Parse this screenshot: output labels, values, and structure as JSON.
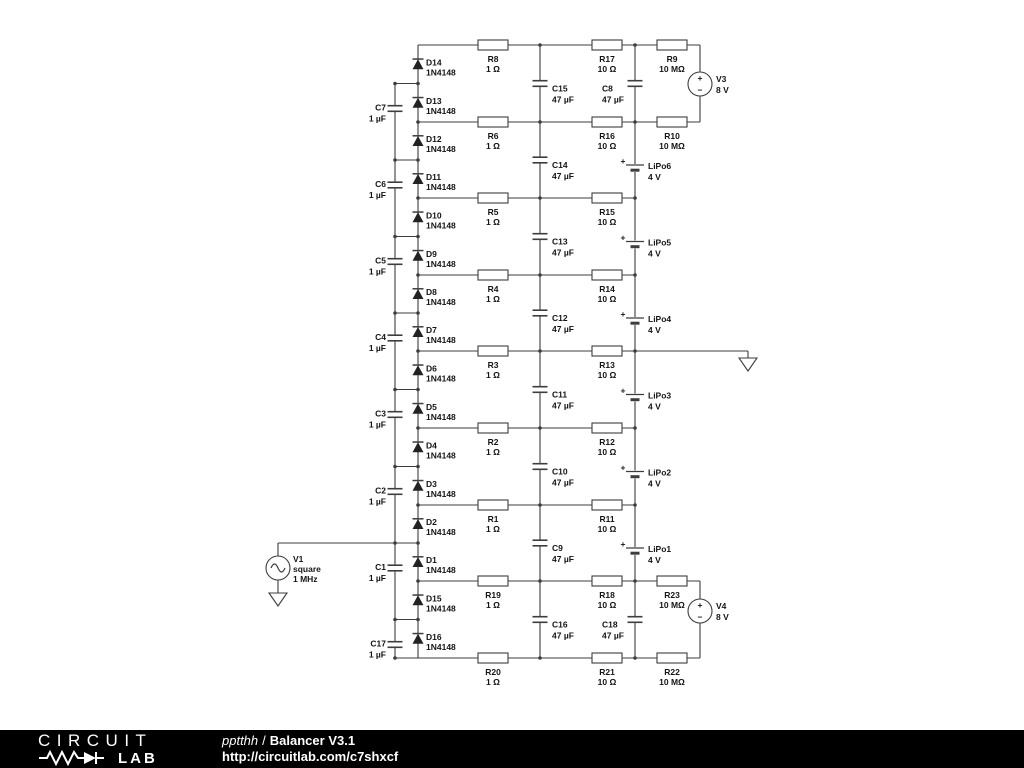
{
  "footer": {
    "logo": {
      "top": "CIRCUIT",
      "bottom": "LAB"
    },
    "author": "pptthh",
    "separator": "/",
    "title": "Balancer V3.1",
    "url": "http://circuitlab.com/c7shxcf"
  },
  "schematic": {
    "diode_column": [
      {
        "name": "D14",
        "value": "1N4148"
      },
      {
        "name": "D13",
        "value": "1N4148"
      },
      {
        "name": "D12",
        "value": "1N4148"
      },
      {
        "name": "D11",
        "value": "1N4148"
      },
      {
        "name": "D10",
        "value": "1N4148"
      },
      {
        "name": "D9",
        "value": "1N4148"
      },
      {
        "name": "D8",
        "value": "1N4148"
      },
      {
        "name": "D7",
        "value": "1N4148"
      },
      {
        "name": "D6",
        "value": "1N4148"
      },
      {
        "name": "D5",
        "value": "1N4148"
      },
      {
        "name": "D4",
        "value": "1N4148"
      },
      {
        "name": "D3",
        "value": "1N4148"
      },
      {
        "name": "D2",
        "value": "1N4148"
      },
      {
        "name": "D1",
        "value": "1N4148"
      },
      {
        "name": "D15",
        "value": "1N4148"
      },
      {
        "name": "D16",
        "value": "1N4148"
      }
    ],
    "coupling_caps": [
      {
        "name": "C7",
        "value": "1 µF"
      },
      {
        "name": "C6",
        "value": "1 µF"
      },
      {
        "name": "C5",
        "value": "1 µF"
      },
      {
        "name": "C4",
        "value": "1 µF"
      },
      {
        "name": "C3",
        "value": "1 µF"
      },
      {
        "name": "C2",
        "value": "1 µF"
      },
      {
        "name": "C1",
        "value": "1 µF"
      },
      {
        "name": "C17",
        "value": "1 µF"
      }
    ],
    "series_resistors": [
      {
        "name": "R8",
        "value": "1 Ω"
      },
      {
        "name": "R6",
        "value": "1 Ω"
      },
      {
        "name": "R5",
        "value": "1 Ω"
      },
      {
        "name": "R4",
        "value": "1 Ω"
      },
      {
        "name": "R3",
        "value": "1 Ω"
      },
      {
        "name": "R2",
        "value": "1 Ω"
      },
      {
        "name": "R1",
        "value": "1 Ω"
      },
      {
        "name": "R19",
        "value": "1 Ω"
      },
      {
        "name": "R20",
        "value": "1 Ω"
      }
    ],
    "filter_caps": [
      {
        "name": "C15",
        "value": "47 µF"
      },
      {
        "name": "C14",
        "value": "47 µF"
      },
      {
        "name": "C13",
        "value": "47 µF"
      },
      {
        "name": "C12",
        "value": "47 µF"
      },
      {
        "name": "C11",
        "value": "47 µF"
      },
      {
        "name": "C10",
        "value": "47 µF"
      },
      {
        "name": "C9",
        "value": "47 µF"
      },
      {
        "name": "C16",
        "value": "47 µF"
      }
    ],
    "balance_resistors": [
      {
        "name": "R17",
        "value": "10 Ω"
      },
      {
        "name": "R16",
        "value": "10 Ω"
      },
      {
        "name": "R15",
        "value": "10 Ω"
      },
      {
        "name": "R14",
        "value": "10 Ω"
      },
      {
        "name": "R13",
        "value": "10 Ω"
      },
      {
        "name": "R12",
        "value": "10 Ω"
      },
      {
        "name": "R11",
        "value": "10 Ω"
      },
      {
        "name": "R18",
        "value": "10 Ω"
      },
      {
        "name": "R21",
        "value": "10 Ω"
      }
    ],
    "bleed_resistors": [
      {
        "name": "R9",
        "value": "10 MΩ",
        "row": 0
      },
      {
        "name": "R10",
        "value": "10 MΩ",
        "row": 1
      },
      {
        "name": "R23",
        "value": "10 MΩ",
        "row": 7
      },
      {
        "name": "R22",
        "value": "10 MΩ",
        "row": 8
      }
    ],
    "rail_caps": [
      {
        "name": "C8",
        "value": "47 µF",
        "cell": 0
      },
      {
        "name": "C18",
        "value": "47 µF",
        "cell": 7
      }
    ],
    "cells": [
      {
        "name": "LiPo6",
        "value": "4 V"
      },
      {
        "name": "LiPo5",
        "value": "4 V"
      },
      {
        "name": "LiPo4",
        "value": "4 V"
      },
      {
        "name": "LiPo3",
        "value": "4 V"
      },
      {
        "name": "LiPo2",
        "value": "4 V"
      },
      {
        "name": "LiPo1",
        "value": "4 V"
      }
    ],
    "sources": {
      "v3": {
        "name": "V3",
        "value": "8 V"
      },
      "v4": {
        "name": "V4",
        "value": "8 V"
      },
      "v1": {
        "name": "V1",
        "value": "square",
        "freq": "1 MHz"
      }
    }
  }
}
